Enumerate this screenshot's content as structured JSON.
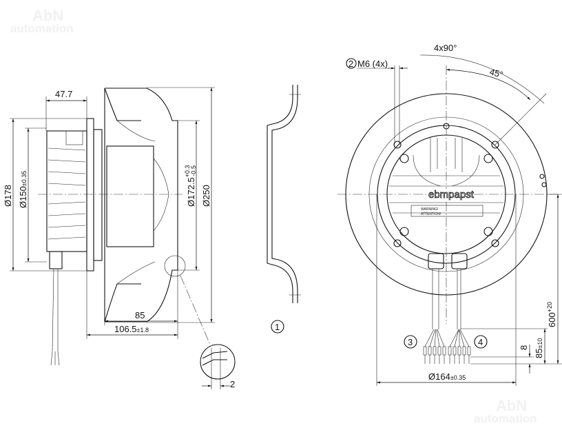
{
  "watermark": {
    "line1": "AbN",
    "line2": "automation"
  },
  "side_view": {
    "dim_depth_motor": "47.7",
    "dim_d178": "Ø178",
    "dim_d150": "Ø150",
    "dim_d150_tol": "±0.35",
    "dim_d172": "Ø172.5",
    "dim_d172_tol_upper": "+0.3",
    "dim_d172_tol_lower": "-0.5",
    "dim_d250": "Ø250",
    "dim_85": "85",
    "dim_106": "106.5",
    "dim_106_tol": "±1.8"
  },
  "detail": {
    "dim_2": "2"
  },
  "inlet_ring": {
    "callout": "1"
  },
  "front_view": {
    "angle_4x90": "4x90°",
    "angle_45": "45°",
    "callout_2": "2",
    "thread_label": "M6 (4x)",
    "brand": "ebmpapst",
    "warning_1": "WARNING!",
    "warning_2": "ATTENTION!",
    "callout_3": "3",
    "callout_4": "4",
    "dim_d164": "Ø164",
    "dim_d164_tol": "±0.35",
    "dim_600": "600",
    "dim_600_tol": "+20",
    "dim_85": "85",
    "dim_85_tol": "±10",
    "dim_8": "8"
  }
}
